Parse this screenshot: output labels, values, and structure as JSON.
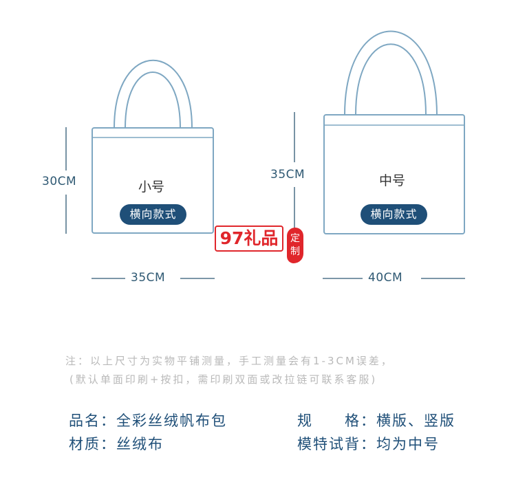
{
  "small_bag": {
    "height_label": "30CM",
    "width_label": "35CM",
    "size_name": "小号",
    "style_badge": "横向款式"
  },
  "medium_bag": {
    "height_label": "35CM",
    "width_label": "40CM",
    "size_name": "中号",
    "style_badge": "横向款式"
  },
  "logo": {
    "text": "97礼品",
    "seal_text": [
      "定",
      "制"
    ]
  },
  "note": {
    "line1": "注：以上尺寸为实物平铺测量，手工测量会有1-3CM误差，",
    "line2": "(默认单面印刷+按扣，需印刷双面或改拉链可联系客服)"
  },
  "specs": {
    "name": "品名：全彩丝绒帆布包",
    "material": "材质：丝绒布",
    "spec": "规　　格：横版、竖版",
    "model": "模特试背：均为中号"
  },
  "colors": {
    "outline": "#7ea7c2",
    "accent": "#1f4f78",
    "logo_red": "#e0262b"
  }
}
